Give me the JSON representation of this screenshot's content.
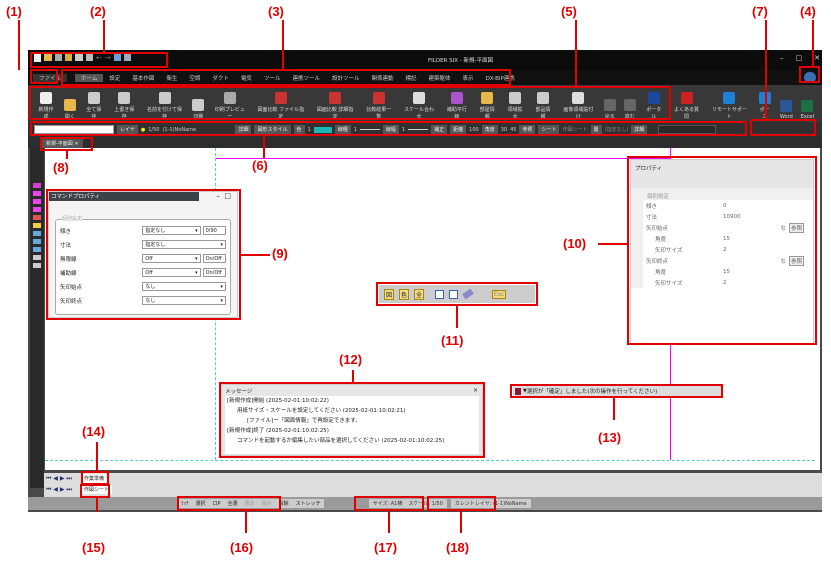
{
  "annotations": [
    "(1)",
    "(2)",
    "(3)",
    "(4)",
    "(5)",
    "(6)",
    "(7)",
    "(8)",
    "(9)",
    "(10)",
    "(11)",
    "(12)",
    "(13)",
    "(14)",
    "(15)",
    "(16)",
    "(17)",
    "(18)"
  ],
  "window": {
    "title": "FILDER SIX - 新規-平面図"
  },
  "file_tab": "ファイル",
  "menu": [
    "ホーム",
    "設定",
    "基本作図",
    "衛生",
    "空調",
    "ダクト",
    "電気",
    "ツール",
    "連携ツール",
    "設計ツール",
    "関係連動",
    "標記",
    "建築躯体",
    "表示",
    "DX-BIP連携"
  ],
  "ribbon": [
    "新規作成",
    "開く",
    "全て保存",
    "上書き保存",
    "名前を付けて保存",
    "印刷",
    "印刷プレビュー",
    "図面比較 ファイル指定",
    "図面比較 詳細指定",
    "比較結果一覧",
    "スケール合わせ",
    "補助平行線",
    "部屋情報",
    "領域拡大",
    "部品情報",
    "画像領域貼付け",
    "戻る",
    "進む",
    "ポータル",
    "よくある質問",
    "リモートサポート",
    "ポーズ",
    "Word",
    "Excel"
  ],
  "toolbar": {
    "layer": "レイヤ",
    "scale": "1/50",
    "layer_name": "(1-1)NoName",
    "detail": "詳細",
    "style": "図形スタイル",
    "color": "色",
    "color_val": "1",
    "linetype": "線種",
    "lt_val": "1",
    "linewidth": "線幅",
    "lw_val": "1",
    "correct": "補正",
    "distance": "距離",
    "dist_val": "100",
    "angle": "角度",
    "angle_val": "30",
    "angle2": "45",
    "ref": "参照",
    "sheet": "シート",
    "sheet_val": "作図シート",
    "layer2": "層",
    "layer2_val": "(指定なし)",
    "detail2": "詳細"
  },
  "doc_tab": "新規-平面図",
  "cmd_panel": {
    "title": "コマンドプロパティ",
    "group": "個別設定",
    "rows": [
      {
        "label": "傾き",
        "value": "指定なし",
        "extra": "0/90"
      },
      {
        "label": "寸法",
        "value": "指定なし",
        "extra": ""
      },
      {
        "label": "無限線",
        "value": "Off",
        "extra": "On/Off"
      },
      {
        "label": "補助線",
        "value": "Off",
        "extra": "On/Off"
      },
      {
        "label": "矢印始点",
        "value": "なし",
        "extra": ""
      },
      {
        "label": "矢印終点",
        "value": "なし",
        "extra": ""
      }
    ]
  },
  "prop_panel": {
    "title": "プロパティ",
    "group": "個別設定",
    "rows": [
      {
        "label": "傾き",
        "value": "0"
      },
      {
        "label": "寸法",
        "value": "10900"
      },
      {
        "label": "矢印始点",
        "value": "な",
        "btn": "参照"
      },
      {
        "label": "角度",
        "value": "15"
      },
      {
        "label": "矢印サイズ",
        "value": "2"
      },
      {
        "label": "矢印終点",
        "value": "な",
        "btn": "参照"
      },
      {
        "label": "角度",
        "value": "15"
      },
      {
        "label": "矢印サイズ",
        "value": "2"
      }
    ]
  },
  "float_toolbar": [
    "図",
    "色",
    "全",
    "Esc"
  ],
  "message": {
    "title": "メッセージ",
    "lines": [
      "[新規作成]開始 (2025-02-01:10:02:22)",
      "用紙サイズ・スケールを設定してください (2025-02-01:10:02:21)",
      "[ファイル]ー「図面情報」で再設定できます。",
      "[新規作成]終了 (2025-02-01:10:02:25)",
      "コマンドを起動するか編集したい部品を選択してください (2025-02-01:10:02:25)"
    ]
  },
  "status_msg": "選択が「確定」しました(次の操作を行ってください)",
  "sheets": {
    "tab1": "作業準備",
    "tab2": "作図シート"
  },
  "statusbar": {
    "mode": [
      "ﾗｯﾁ",
      "選択",
      "口P",
      "全選",
      "限定",
      "除外",
      "解除",
      "ストレッチ"
    ],
    "size": "サイズ: A1横",
    "scale": "スケール: 1/50",
    "layer": "カレントレイヤ: (1-1)NoName"
  }
}
